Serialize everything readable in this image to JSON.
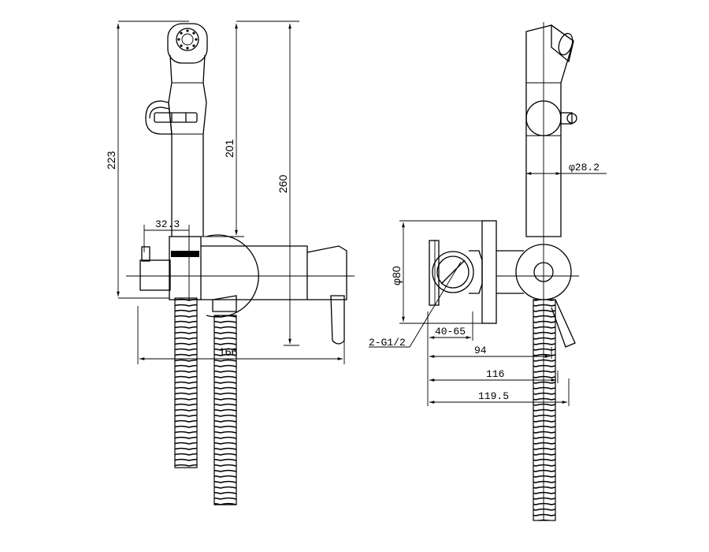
{
  "dimensions": {
    "left_view": {
      "overall_height": "223",
      "handset_height": "201",
      "total_height": "260",
      "holder_offset": "32.3",
      "width": "166"
    },
    "right_view": {
      "handset_diameter": "φ28.2",
      "flange_diameter": "φ80",
      "thread": "2-G1/2",
      "wall_depth_range": "40-65",
      "depth_94": "94",
      "depth_116": "116",
      "depth_119_5": "119.5"
    }
  }
}
